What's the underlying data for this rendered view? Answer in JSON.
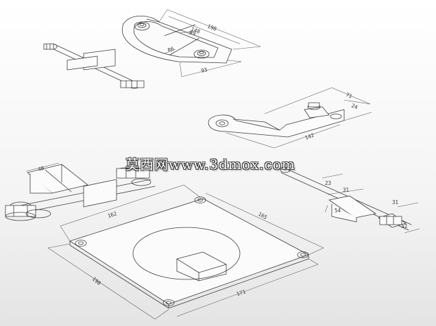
{
  "watermark": "莫西网www.3dmox.com",
  "dimensions": {
    "part1_overall": "198",
    "part1_mid": "148",
    "part1_radius": "R9",
    "part1_slot": "R6",
    "part1_bottom": "93",
    "part2_length": "71",
    "part2_height": "24",
    "part2_bottom": "142",
    "part3_top": "40",
    "part4_a": "23",
    "part4_b": "31",
    "part4_c": "54",
    "part4_d": "42",
    "plate_top": "162",
    "plate_right": "165",
    "plate_bottom": "171",
    "plate_left": "190"
  }
}
